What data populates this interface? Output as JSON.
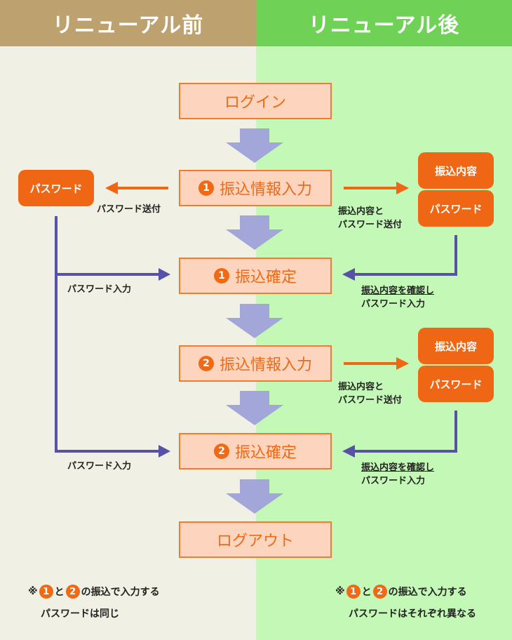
{
  "headers": {
    "left": "リニューアル前",
    "right": "リニューアル後"
  },
  "steps": [
    {
      "text": "ログイン"
    },
    {
      "num": "1",
      "text": "振込情報入力"
    },
    {
      "num": "1",
      "text": "振込確定"
    },
    {
      "num": "2",
      "text": "振込情報入力"
    },
    {
      "num": "2",
      "text": "振込確定"
    },
    {
      "text": "ログアウト"
    }
  ],
  "left": {
    "password_box": "パスワード",
    "send_label": "パスワード送付",
    "input_label_1": "パスワード入力",
    "input_label_2": "パスワード入力",
    "note": {
      "mark": "※",
      "n1": "1",
      "and": "と",
      "n2": "2",
      "rest": "の振込で入力する",
      "line2": "パスワードは同じ"
    }
  },
  "right": {
    "group1": {
      "top": "振込内容",
      "bottom": "パスワード"
    },
    "group2": {
      "top": "振込内容",
      "bottom": "パスワード"
    },
    "send1": {
      "line1": "振込内容と",
      "line2": "パスワード送付"
    },
    "send2": {
      "line1": "振込内容と",
      "line2": "パスワード送付"
    },
    "confirm1": {
      "line1": "振込内容を確認し",
      "line2": "パスワード入力"
    },
    "confirm2": {
      "line1": "振込内容を確認し",
      "line2": "パスワード入力"
    },
    "note": {
      "mark": "※",
      "n1": "1",
      "and": "と",
      "n2": "2",
      "rest": "の振込で入力する",
      "line2": "パスワードはそれぞれ異なる"
    }
  },
  "colors": {
    "orange": "#ef6614",
    "purple": "#5851a8",
    "down_arrow": "#a3a6d8"
  }
}
